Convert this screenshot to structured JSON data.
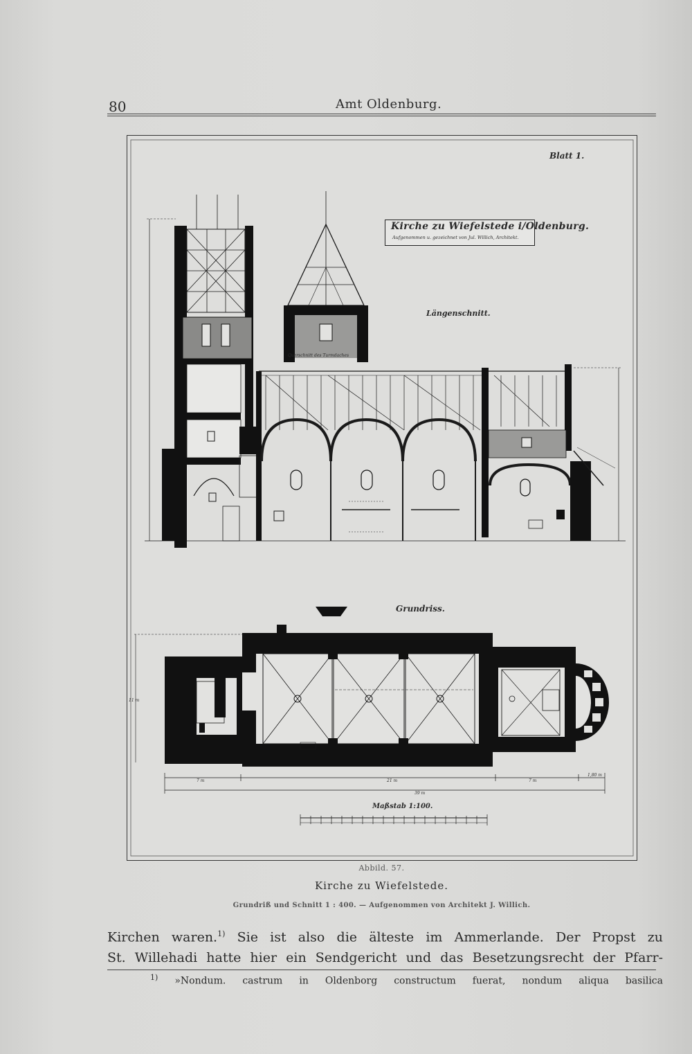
{
  "header": {
    "page_number": "80",
    "running_title": "Amt Oldenburg."
  },
  "plate": {
    "sheet_label": "Blatt 1.",
    "cartouche_title": "Kirche zu Wiefelstede i/Oldenburg.",
    "cartouche_subtitle": "Aufgenommen u. gezeichnet von Jul. Willich, Architekt.",
    "section_title": "Längenschnitt.",
    "gable_caption": "Querschnitt des Turmdaches",
    "plan_title": "Grundriss.",
    "scale_title": "Maßstab 1:100.",
    "dimensions": [
      "7 m",
      "21 m",
      "7 m",
      "1,80 m",
      "39 m",
      "11 m"
    ]
  },
  "caption": {
    "figure": "Abbild. 57.",
    "title": "Kirche zu Wiefelstede.",
    "detail": "Grundriß und Schnitt 1 : 400. — Aufgenommen von Architekt J. Willich."
  },
  "body": {
    "line1_a": "Kirchen waren.",
    "line1_sup": "1)",
    "line1_b": " Sie ist also die älteste im Ammerlande. Der Propst zu",
    "line2": "St. Willehadi hatte hier ein Sendgericht und das Besetzungsrecht der Pfarr-"
  },
  "footnote": {
    "marker": "1)",
    "text": " »Nondum. castrum in Oldenborg constructum fuerat, nondum aliqua basilica"
  }
}
